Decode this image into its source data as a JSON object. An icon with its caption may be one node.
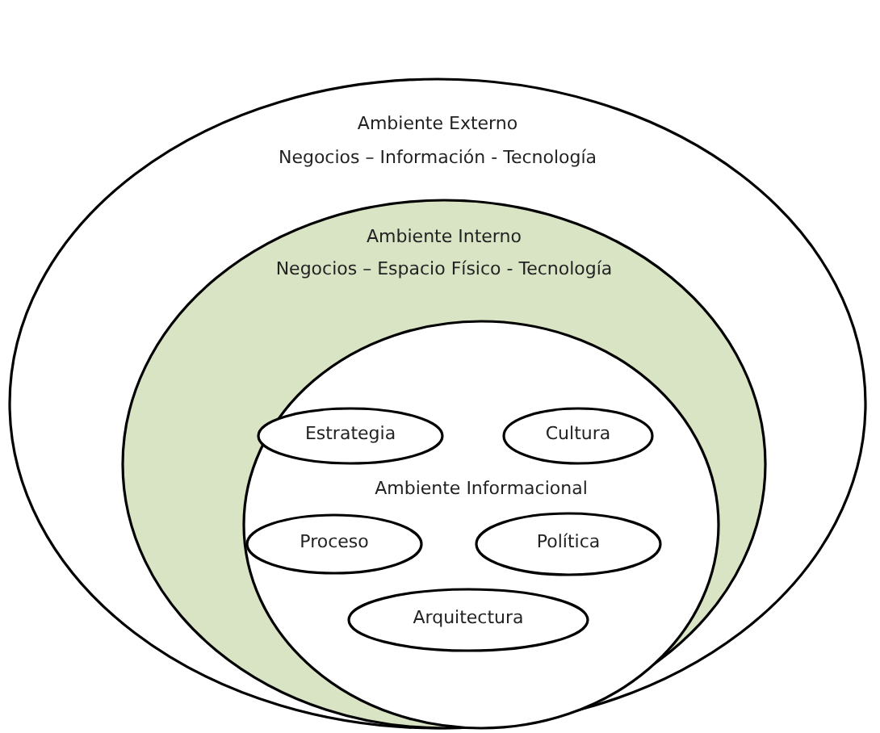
{
  "diagram": {
    "nodes": [
      {
        "text": [
          "Ambiente Externo",
          "Negocios – Información - Tecnología"
        ]
      },
      {
        "text": [
          "Ambiente Interno",
          "Negocios – Espacio Físico - Tecnología"
        ],
        "in": 0
      },
      {
        "text": [
          "Ambiente Informacional"
        ],
        "in": 1
      },
      {
        "text": [
          "Estrategia"
        ],
        "in": 2
      },
      {
        "text": [
          "Cultura"
        ],
        "in": 2
      },
      {
        "text": [
          "Proceso"
        ],
        "in": 2
      },
      {
        "text": [
          "Política"
        ],
        "in": 2
      },
      {
        "text": [
          "Arquitectura"
        ],
        "in": 2
      }
    ]
  }
}
